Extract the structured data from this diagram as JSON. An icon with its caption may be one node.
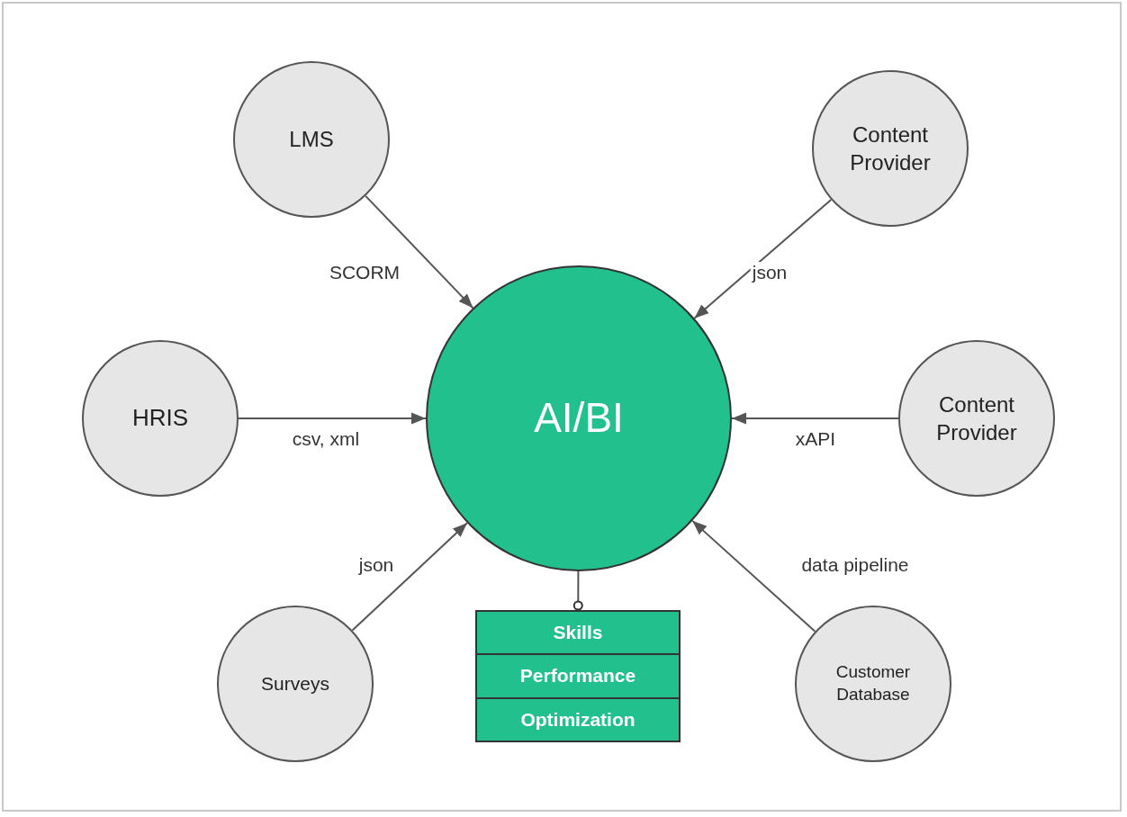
{
  "diagram": {
    "nodes": [
      {
        "text": [
          "LMS"
        ]
      },
      {
        "text": [
          "Content Provider"
        ]
      },
      {
        "text": [
          "HRIS"
        ]
      },
      {
        "text": [
          "AI/BI"
        ]
      },
      {
        "text": [
          "Content Provider"
        ]
      },
      {
        "text": [
          "Surveys"
        ]
      },
      {
        "text": [
          "Skills",
          "Performance",
          "Optimization"
        ]
      },
      {
        "text": [
          "Customer Database"
        ]
      }
    ],
    "edges": [
      {
        "from": 0,
        "to": 3,
        "arrow": "to",
        "label": "SCORM"
      },
      {
        "from": 1,
        "to": 3,
        "arrow": "to",
        "label": "json"
      },
      {
        "from": 2,
        "to": 3,
        "arrow": "to",
        "label": "csv, xml"
      },
      {
        "from": 4,
        "to": 3,
        "arrow": "to",
        "label": "xAPI"
      },
      {
        "from": 5,
        "to": 3,
        "arrow": "to",
        "label": "json"
      },
      {
        "from": 7,
        "to": 3,
        "arrow": "to",
        "label": "data pipeline"
      },
      {
        "from": 3,
        "to": 6,
        "arrow": "other"
      }
    ]
  }
}
